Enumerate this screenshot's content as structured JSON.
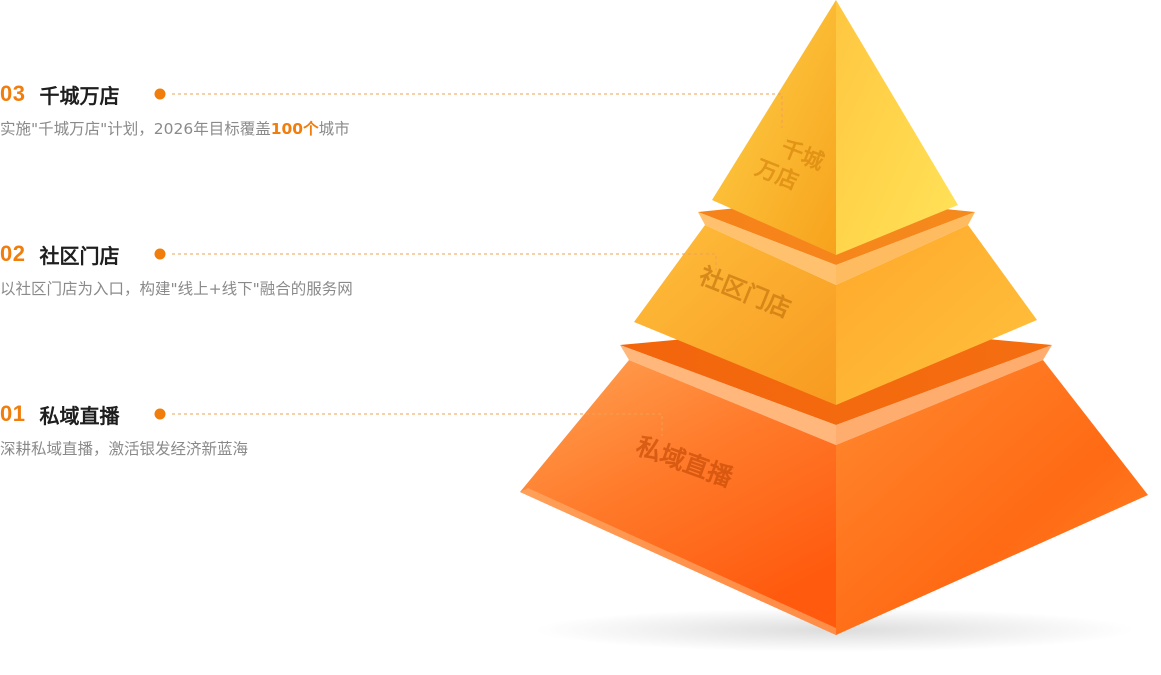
{
  "steps": [
    {
      "number": "03",
      "title": "千城万店",
      "desc_before": "实施\"千城万店\"计划，2026年目标覆盖",
      "desc_highlight": "100个",
      "desc_after": "城市"
    },
    {
      "number": "02",
      "title": "社区门店",
      "desc_before": "以社区门店为入口，构建\"线上+线下\"融合的服务网",
      "desc_highlight": "",
      "desc_after": ""
    },
    {
      "number": "01",
      "title": "私域直播",
      "desc_before": "深耕私域直播，激活银发经济新蓝海",
      "desc_highlight": "",
      "desc_after": ""
    }
  ],
  "pyramid": {
    "top_label_line1": "千城",
    "top_label_line2": "万店",
    "middle_label": "社区门店",
    "bottom_label": "私域直播"
  },
  "colors": {
    "accent": "#f07d0c",
    "title_text": "#1e1e1e",
    "desc_text": "#8a8a8a"
  }
}
